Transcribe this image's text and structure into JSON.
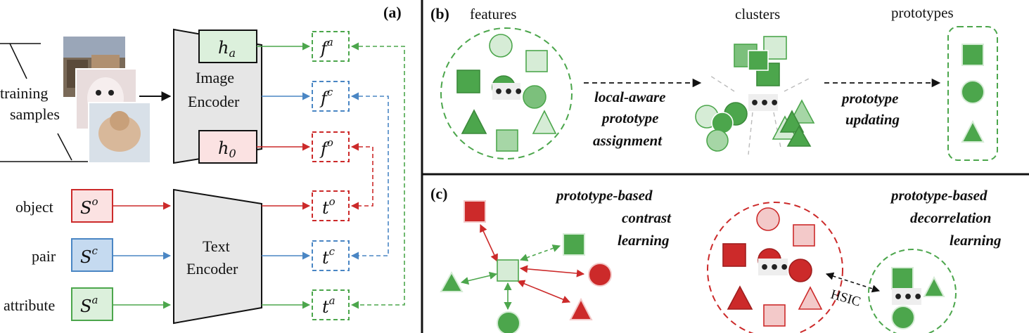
{
  "panel_a": {
    "label": "(a)",
    "training_label_1": "training",
    "training_label_2": "samples",
    "image_encoder_1": "Image",
    "image_encoder_2": "Encoder",
    "text_encoder_1": "Text",
    "text_encoder_2": "Encoder",
    "h_a": "ha",
    "h_0": "h0",
    "f_a": "fa",
    "f_c": "fc",
    "f_o": "fo",
    "t_o": "to",
    "t_c": "tc",
    "t_a": "ta",
    "S_o": "So",
    "S_c": "Sc",
    "S_a": "Sa",
    "object_label": "object",
    "pair_label": "pair",
    "attribute_label": "attribute"
  },
  "panel_b": {
    "label": "(b)",
    "features_label": "features",
    "clusters_label": "clusters",
    "prototypes_label": "prototypes",
    "assign_1": "local-aware",
    "assign_2": "prototype",
    "assign_3": "assignment",
    "update_1": "prototype",
    "update_2": "updating"
  },
  "panel_c": {
    "label": "(c)",
    "contrast_1": "prototype-based",
    "contrast_2": "contrast",
    "contrast_3": "learning",
    "decor_1": "prototype-based",
    "decor_2": "decorrelation",
    "decor_3": "learning",
    "hsic_label": "HSIC"
  },
  "colors": {
    "green": "#4ca64c",
    "green_light": "#cde9cd",
    "red": "#cc2a2a",
    "red_light": "#f3c9c9",
    "blue": "#4a86c4",
    "blue_light": "#c5daf0"
  }
}
